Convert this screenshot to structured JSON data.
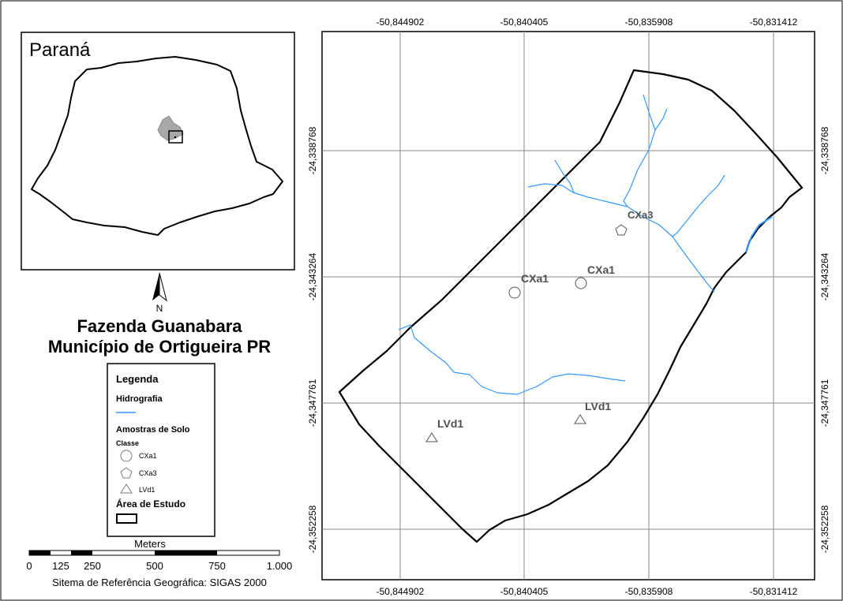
{
  "inset": {
    "title": "Paraná"
  },
  "north_arrow": {
    "label": "N",
    "icon": "north-arrow-icon"
  },
  "title": {
    "line1": "Fazenda Guanabara",
    "line2": "Município de Ortigueira PR"
  },
  "legend": {
    "title": "Legenda",
    "hydro_label": "Hidrografia",
    "samples_label": "Amostras de Solo",
    "class_label": "Classe",
    "classes": [
      {
        "name": "CXa1",
        "symbol": "circle-icon"
      },
      {
        "name": "CXa3",
        "symbol": "pentagon-icon"
      },
      {
        "name": "LVd1",
        "symbol": "triangle-icon"
      }
    ],
    "study_area_label": "Área de Estudo",
    "colors": {
      "hydrography": "#3399ff",
      "study_area": "#000000"
    }
  },
  "scale_bar": {
    "unit": "Meters",
    "ticks": [
      "0",
      "125",
      "250",
      "500",
      "750",
      "1.000"
    ]
  },
  "reference_system": "Sitema de Referência Geográfica: SIGAS 2000",
  "grid": {
    "longitudes": [
      "-50,844902",
      "-50,840405",
      "-50,835908",
      "-50,831412"
    ],
    "latitudes": [
      "-24,338768",
      "-24,343264",
      "-24,347761",
      "-24,352258"
    ]
  },
  "samples": [
    {
      "label": "CXa3",
      "class": "CXa3"
    },
    {
      "label": "CXa1",
      "class": "CXa1"
    },
    {
      "label": "CXa1",
      "class": "CXa1"
    },
    {
      "label": "LVd1",
      "class": "LVd1"
    },
    {
      "label": "LVd1",
      "class": "LVd1"
    }
  ]
}
